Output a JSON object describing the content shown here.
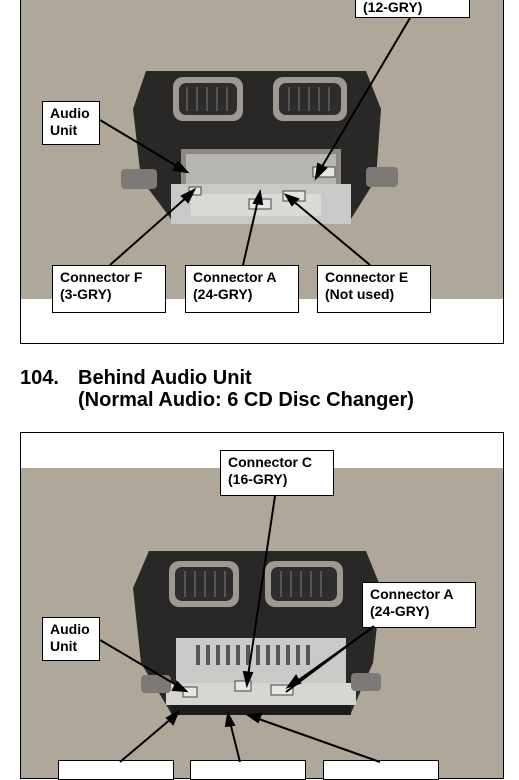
{
  "figure1": {
    "callouts": {
      "top_partial": {
        "line1": "(12-GRY)"
      },
      "audio_unit": {
        "line1": "Audio",
        "line2": "Unit"
      },
      "connector_f": {
        "line1": "Connector F",
        "line2": "(3-GRY)"
      },
      "connector_a": {
        "line1": "Connector A",
        "line2": "(24-GRY)"
      },
      "connector_e": {
        "line1": "Connector E",
        "line2": "(Not used)"
      }
    }
  },
  "section": {
    "number": "104.",
    "title_line1": "Behind Audio Unit",
    "title_line2": "(Normal Audio: 6 CD Disc Changer)"
  },
  "figure2": {
    "callouts": {
      "connector_c": {
        "line1": "Connector C",
        "line2": "(16-GRY)"
      },
      "connector_a": {
        "line1": "Connector A",
        "line2": "(24-GRY)"
      },
      "audio_unit": {
        "line1": "Audio",
        "line2": "Unit"
      }
    }
  },
  "colors": {
    "photo_background": "#b0a79b",
    "photo_floor": "#c9c2b8",
    "unit_dark": "#2a2827",
    "unit_metal": "#c9c9c7",
    "vent_frame": "#9e9a92"
  }
}
